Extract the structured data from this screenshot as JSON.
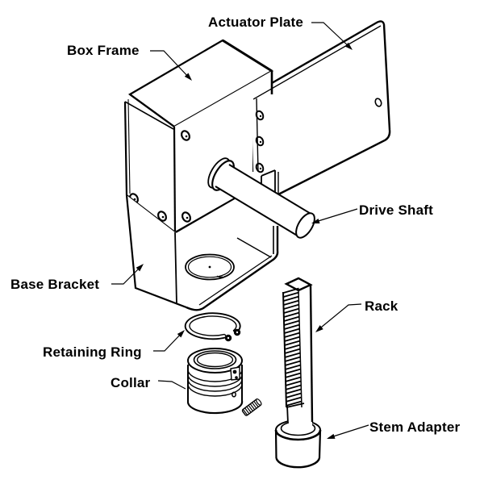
{
  "diagram": {
    "type": "exploded-parts-technical-diagram",
    "background_color": "#ffffff",
    "line_color": "#000000",
    "labels": {
      "actuator_plate": "Actuator Plate",
      "box_frame": "Box Frame",
      "drive_shaft": "Drive Shaft",
      "base_bracket": "Base Bracket",
      "retaining_ring": "Retaining Ring",
      "collar": "Collar",
      "rack": "Rack",
      "stem_adapter": "Stem Adapter"
    }
  }
}
